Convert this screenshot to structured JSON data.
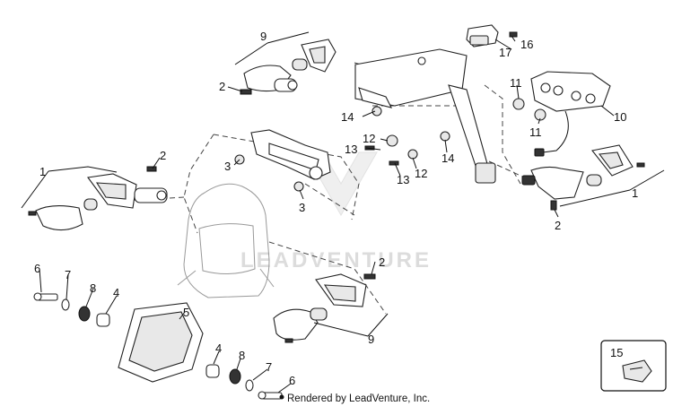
{
  "callouts": {
    "c1_left": "1",
    "c1_right": "1",
    "c2_tl": "2",
    "c2_ml": "2",
    "c2_mid": "2",
    "c2_right": "2",
    "c3_a": "3",
    "c3_b": "3",
    "c4_left": "4",
    "c4_bottom": "4",
    "c5": "5",
    "c6_left": "6",
    "c6_bottom": "6",
    "c7_left": "7",
    "c7_bottom": "7",
    "c8_left": "8",
    "c8_bottom": "8",
    "c9_top": "9",
    "c9_bottom": "9",
    "c10": "10",
    "c11_a": "11",
    "c11_b": "11",
    "c12_a": "12",
    "c12_b": "12",
    "c13_a": "13",
    "c13_b": "13",
    "c14_a": "14",
    "c14_b": "14",
    "c15": "15",
    "c16": "16",
    "c17": "17"
  },
  "watermark": "LEADVENTURE",
  "credit": "Rendered by LeadVenture, Inc."
}
